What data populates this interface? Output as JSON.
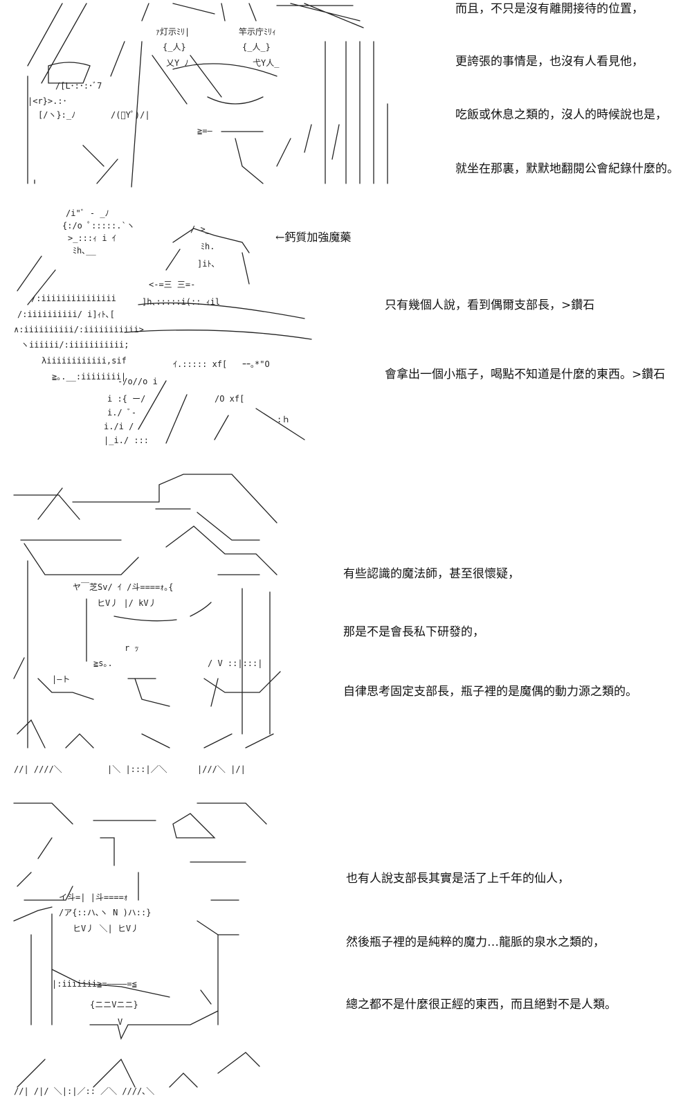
{
  "panels": [
    {
      "lines": [
        "而且，不只是沒有離開接待的位置，",
        "更誇張的事情是，也沒有人看見他，",
        "吃飯或休息之類的，沒人的時候說也是，",
        "就坐在那裏，默默地翻閱公會紀錄什麼的。"
      ]
    },
    {
      "annotation": "←鈣質加強魔藥",
      "lines": [
        "只有幾個人說，看到偶爾支部長，>鑽石",
        "會拿出一個小瓶子，喝點不知道是什麼的東西。>鑽石"
      ]
    },
    {
      "lines": [
        "有些認識的魔法師，甚至很懷疑，",
        "那是不是會長私下研發的，",
        "自律思考固定支部長，瓶子裡的是魔偶的動力源之類的。"
      ]
    },
    {
      "lines": [
        "也有人說支部長其實是活了上千年的仙人，",
        "然後瓶子裡的是純粹的魔力…龍脈的泉水之類的，",
        "總之都不是什麼很正經的東西，而且絕對不是人類。"
      ]
    }
  ]
}
